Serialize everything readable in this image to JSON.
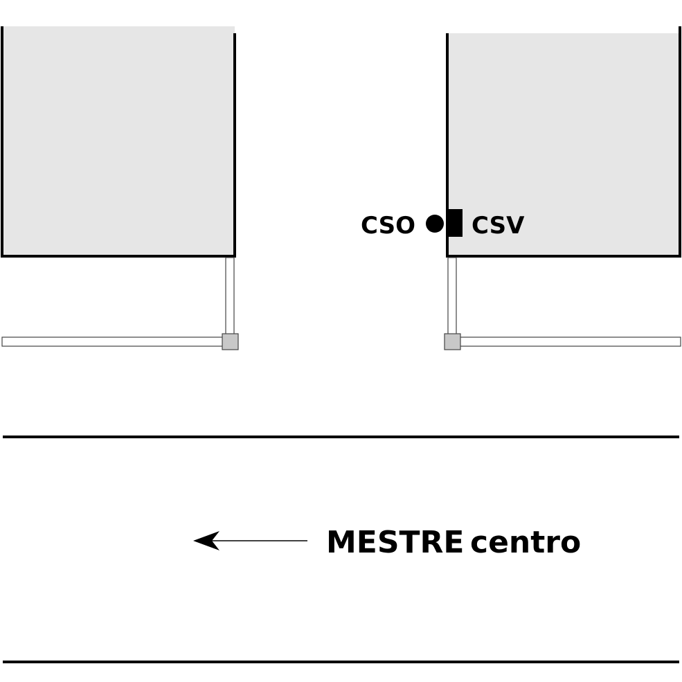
{
  "markers": {
    "circle_label": "CSO",
    "square_label": "CSV"
  },
  "direction": {
    "destination": "MESTRE",
    "qualifier": "centro"
  },
  "colors": {
    "building_fill": "#e6e6e6",
    "post_fill": "#c8c8c8",
    "ink": "#000000"
  }
}
